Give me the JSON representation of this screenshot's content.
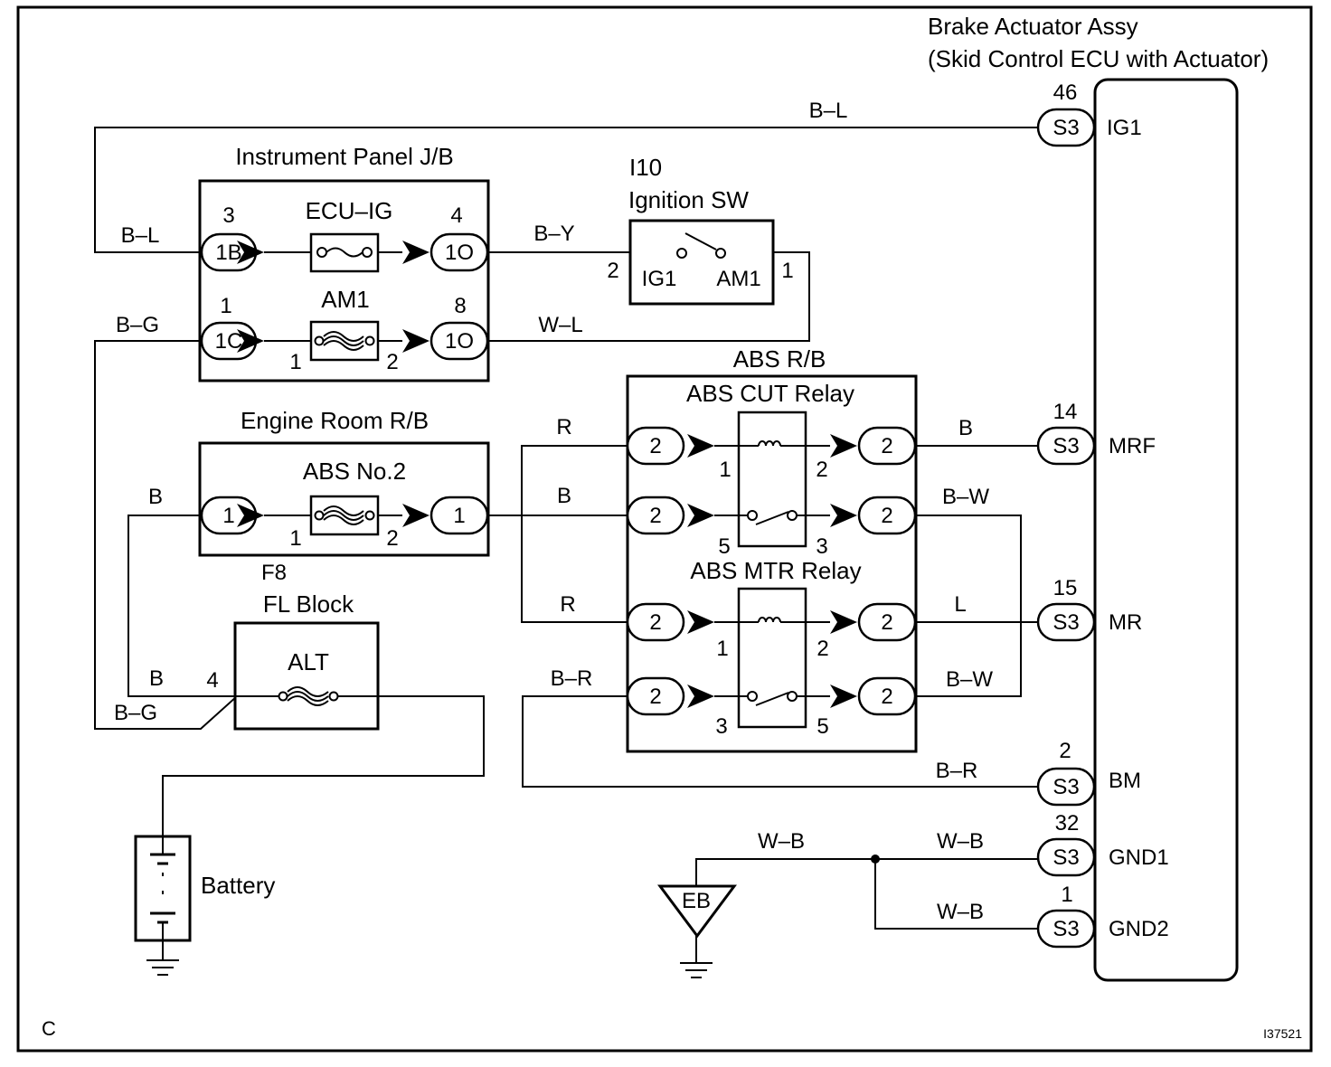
{
  "ecu": {
    "title_line1": "Brake Actuator Assy",
    "title_line2": "(Skid Control ECU with Actuator)",
    "connector": "S3",
    "pins": [
      {
        "num": "46",
        "name": "IG1"
      },
      {
        "num": "14",
        "name": "MRF"
      },
      {
        "num": "15",
        "name": "MR"
      },
      {
        "num": "2",
        "name": "BM"
      },
      {
        "num": "32",
        "name": "GND1"
      },
      {
        "num": "1",
        "name": "GND2"
      }
    ]
  },
  "instrument_panel_jb": {
    "title": "Instrument Panel J/B",
    "ecu_ig": {
      "label": "ECU–IG",
      "pin_left": "3",
      "conn_left": "1B",
      "pin_right": "4",
      "conn_right": "1O"
    },
    "am1": {
      "label": "AM1",
      "pin_left": "1",
      "conn_left": "1C",
      "pin_right": "8",
      "conn_right": "1O",
      "fuse_pin_left": "1",
      "fuse_pin_right": "2"
    }
  },
  "ignition_sw": {
    "code": "I10",
    "title": "Ignition SW",
    "pin_left": "2",
    "pin_right": "1",
    "term_left": "IG1",
    "term_right": "AM1"
  },
  "engine_room_rb": {
    "title": "Engine Room R/B",
    "fuse_label": "ABS No.2",
    "conn_left": "1",
    "conn_right": "1",
    "fuse_pin_left": "1",
    "fuse_pin_right": "2",
    "connector_code": "F8"
  },
  "fl_block": {
    "title": "FL Block",
    "fuse_label": "ALT",
    "pin": "4"
  },
  "battery": {
    "label": "Battery"
  },
  "abs_rb": {
    "title": "ABS R/B",
    "connector": "2",
    "cut_relay": {
      "title": "ABS CUT Relay",
      "pin_coil_left": "1",
      "pin_coil_right": "2",
      "pin_sw_left": "5",
      "pin_sw_right": "3"
    },
    "mtr_relay": {
      "title": "ABS MTR Relay",
      "pin_coil_left": "1",
      "pin_coil_right": "2",
      "pin_sw_left": "3",
      "pin_sw_right": "5"
    }
  },
  "ground": {
    "label": "EB"
  },
  "wires": {
    "ig1_top": "B–L",
    "jb_left_top": "B–L",
    "jb_left_bottom": "B–G",
    "jb_to_ign": "B–Y",
    "am1_to_ign": "W–L",
    "cut_coil_in": "R",
    "erb_out": "B",
    "mtr_coil_in": "R",
    "mtr_sw_in": "B–R",
    "mrf": "B",
    "cut_sw_out": "B–W",
    "mr": "L",
    "mtr_sw_out": "B–W",
    "bm": "B–R",
    "ground_left": "W–B",
    "gnd1": "W–B",
    "gnd2": "W–B",
    "erb_in": "B",
    "fl_in_b": "B",
    "fl_in_bg": "B–G"
  },
  "corner_label": "C",
  "figure_id": "I37521"
}
